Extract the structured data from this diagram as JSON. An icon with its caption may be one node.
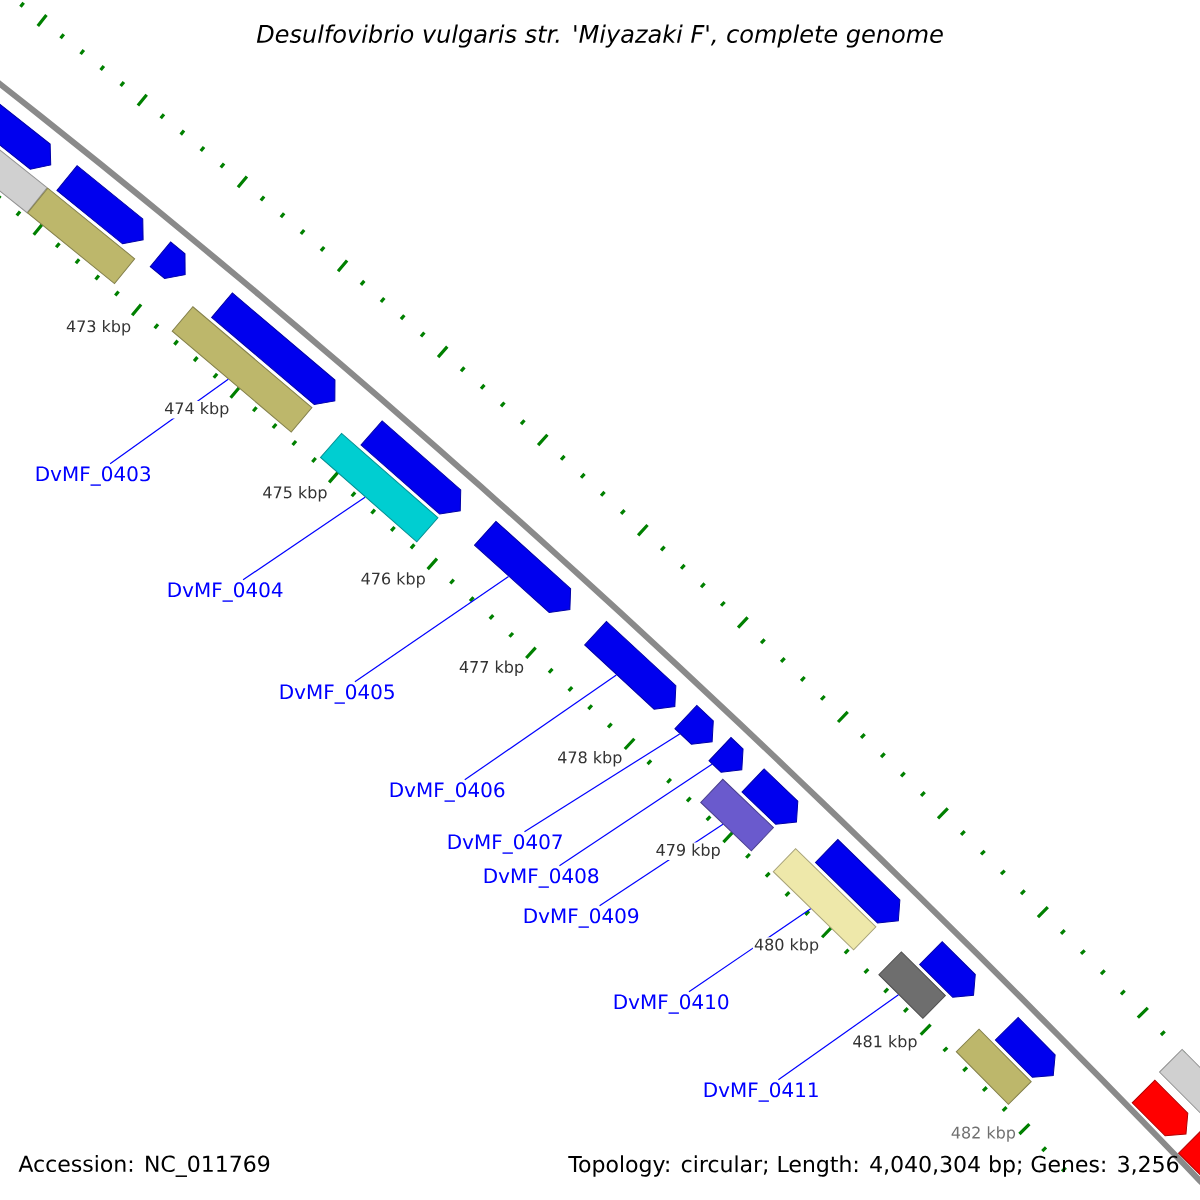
{
  "diagram": {
    "title": "Desulfovibrio vulgaris str. 'Miyazaki F', complete genome",
    "nodes": [
      {
        "text": [
          "DvMF_0403"
        ]
      },
      {
        "text": [
          "DvMF_0404"
        ]
      },
      {
        "text": [
          "DvMF_0405"
        ]
      },
      {
        "text": [
          "DvMF_0406"
        ]
      },
      {
        "text": [
          "DvMF_0407"
        ]
      },
      {
        "text": [
          "DvMF_0408"
        ]
      },
      {
        "text": [
          "DvMF_0409"
        ]
      },
      {
        "text": [
          "DvMF_0410"
        ]
      },
      {
        "text": [
          "DvMF_0411"
        ]
      },
      {
        "text": [],
        "shape": "bar"
      },
      {
        "text": [],
        "shape": "bar"
      },
      {
        "text": [],
        "shape": "bar"
      },
      {
        "text": [],
        "shape": "bar"
      },
      {
        "text": [],
        "shape": "bar"
      },
      {
        "text": [],
        "shape": "bar"
      },
      {
        "text": [],
        "shape": "bar"
      },
      {
        "text": [],
        "shape": "bar"
      },
      {
        "text": [],
        "shape": "pentagon"
      },
      {
        "text": [],
        "shape": "pentagon"
      },
      {
        "text": [],
        "shape": "pentagon"
      },
      {
        "text": [],
        "shape": "pentagon"
      },
      {
        "text": [],
        "shape": "pentagon"
      },
      {
        "text": [],
        "shape": "pentagon"
      },
      {
        "text": [],
        "shape": "pentagon"
      },
      {
        "text": [],
        "shape": "pentagon"
      },
      {
        "text": [],
        "shape": "pentagon"
      },
      {
        "text": [],
        "shape": "pentagon"
      },
      {
        "text": [],
        "shape": "pentagon"
      },
      {
        "text": [],
        "shape": "pentagon"
      },
      {
        "text": [],
        "shape": "pentagon"
      },
      {
        "text": [],
        "shape": "pentagon"
      },
      {
        "text": [],
        "shape": "bar"
      },
      {
        "text": [],
        "shape": "bar"
      }
    ],
    "edges": [
      {
        "from": 0,
        "to": 11,
        "arrow": "none"
      },
      {
        "from": 1,
        "to": 12,
        "arrow": "none"
      },
      {
        "from": 2,
        "to": 22,
        "arrow": "none"
      },
      {
        "from": 3,
        "to": 23,
        "arrow": "none"
      },
      {
        "from": 4,
        "to": 24,
        "arrow": "none"
      },
      {
        "from": 5,
        "to": 25,
        "arrow": "none"
      },
      {
        "from": 6,
        "to": 13,
        "arrow": "none"
      },
      {
        "from": 7,
        "to": 14,
        "arrow": "none"
      },
      {
        "from": 8,
        "to": 15,
        "arrow": "none"
      }
    ],
    "labels": [
      "473 kbp",
      "474 kbp",
      "475 kbp",
      "476 kbp",
      "477 kbp",
      "478 kbp",
      "479 kbp",
      "480 kbp",
      "481 kbp",
      "482 kbp",
      "Accession: NC_011769",
      "Topology: circular; Length: 4,040,304 bp; Genes: 3,256"
    ]
  }
}
